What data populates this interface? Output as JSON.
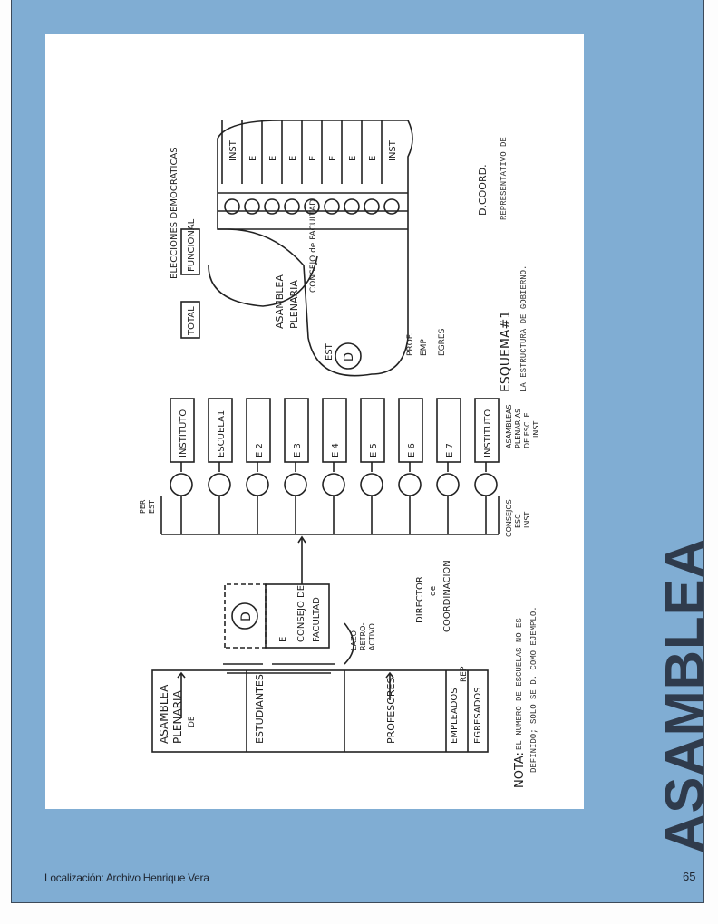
{
  "side_title": "ASAMBLEA",
  "footer": {
    "source": "Localización: Archivo Henrique Vera",
    "page_number": "65"
  },
  "diagram": {
    "plenary": {
      "title1": "ASAMBLEA",
      "title2": "PLENARIA",
      "title3": "DE",
      "rows": [
        "ESTUDIANTES",
        "PROFESORES",
        "EMPLEADOS",
        "REP",
        "EGRESADOS"
      ]
    },
    "director_symbol": "D",
    "council": {
      "label": "CONSEJO DE",
      "label2": "FACULTAD",
      "e": "E"
    },
    "feedback": [
      "LAZO",
      "RETRO-",
      "ACTIVO"
    ],
    "director": [
      "DIRECTOR",
      "de",
      "COORDINACION"
    ],
    "per_est": [
      "PER",
      "EST"
    ],
    "units": [
      "INSTITUTO",
      "ESCUELA1",
      "E 2",
      "E 3",
      "E 4",
      "E 5",
      "E 6",
      "E 7",
      "INSTITUTO"
    ],
    "councils_label": [
      "CONSEJOS",
      "ESC",
      "INST"
    ],
    "assemblies_label": [
      "ASAMBLEAS",
      "PLENARIAS",
      "DE ESC. E",
      "INST"
    ],
    "scheme": {
      "elections": "ELECCIONES DEMOCRATICAS",
      "total": "TOTAL",
      "functional": "FUNCIONAL",
      "assembly": [
        "ASAMBLEA",
        "PLENARIA"
      ],
      "council": "CONSEJO de FACULTAD",
      "coord": "D.COORD.",
      "est": "EST",
      "others": [
        "PROF.",
        "EMP",
        "EGRES"
      ],
      "inst": "INST",
      "e": "E"
    },
    "caption_title": "ESQUEMA#1",
    "caption_line1": "REPRESENTATIVO DE",
    "caption_line2": "LA ESTRUCTURA DE GOBIERNO.",
    "note_label": "NOTA:",
    "note_line1": "EL NUMERO DE ESCUELAS NO ES",
    "note_line2": "DEFINIDO; SOLO SE D. COMO EJEMPLO."
  }
}
